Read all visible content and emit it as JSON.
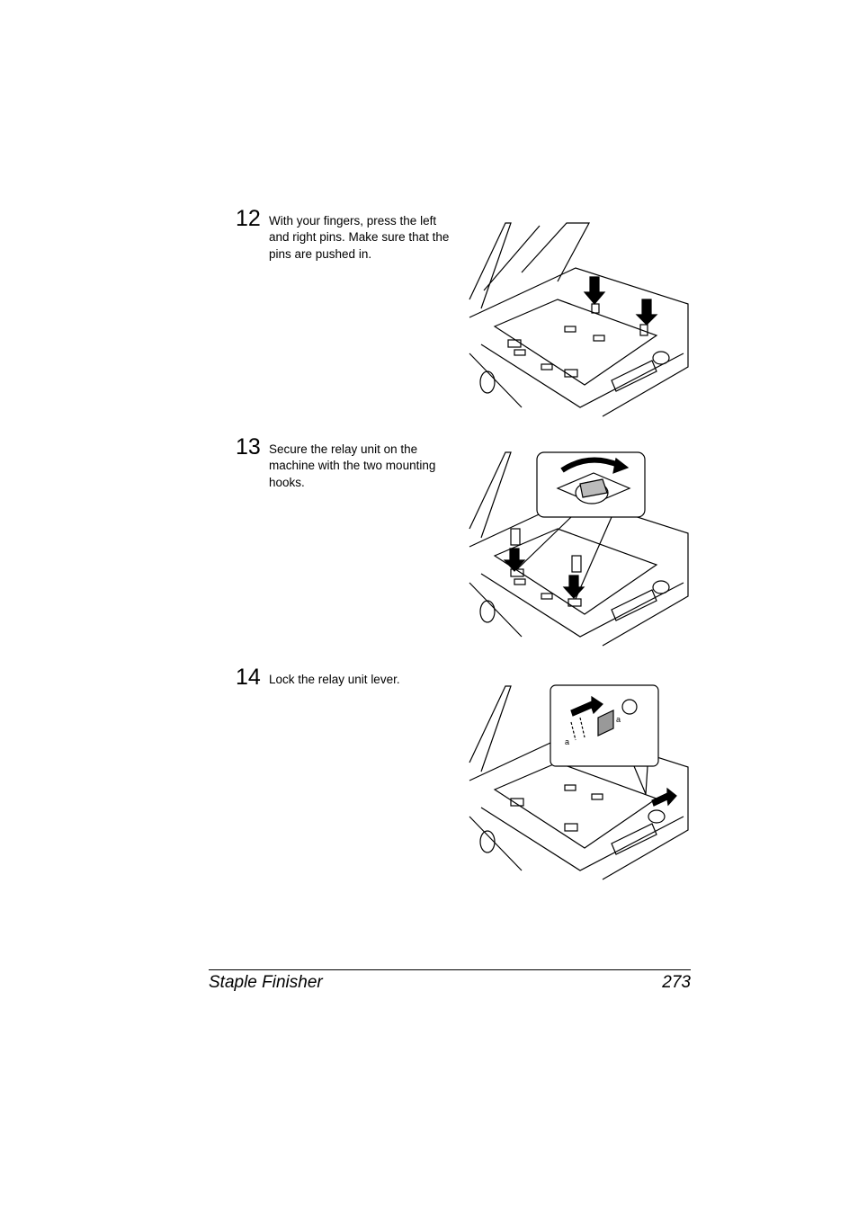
{
  "steps": [
    {
      "number": "12",
      "text": "With your fingers, press the left and right pins. Make sure that the pins are pushed in."
    },
    {
      "number": "13",
      "text": "Secure the relay unit on the machine with the two mounting hooks."
    },
    {
      "number": "14",
      "text": "Lock the relay unit lever."
    }
  ],
  "figures": {
    "fig3_label_a1": "a",
    "fig3_label_a2": "a"
  },
  "footer": {
    "title": "Staple Finisher",
    "page_number": "273"
  }
}
